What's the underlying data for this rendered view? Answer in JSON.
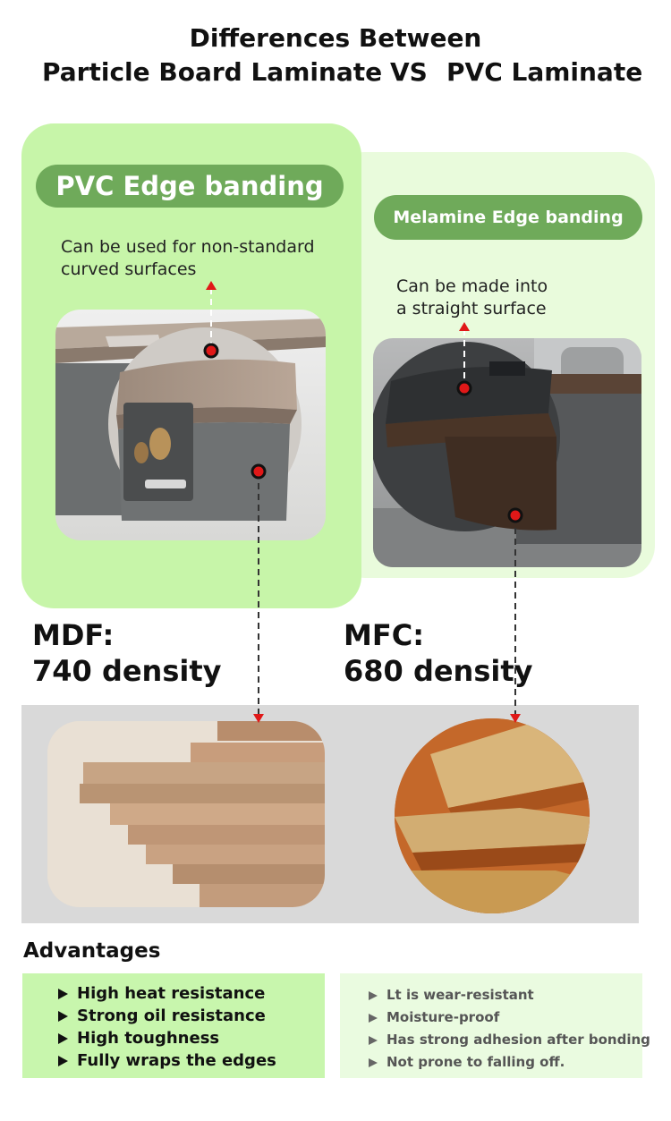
{
  "header": {
    "title_line1": "Differences Between",
    "left_title": "Particle Board Laminate",
    "vs": "VS",
    "right_title": "PVC Laminate"
  },
  "left_panel": {
    "pill": "PVC Edge banding",
    "note_line1": "Can be used for non-standard",
    "note_line2": "curved surfaces"
  },
  "right_panel": {
    "pill": "Melamine Edge banding",
    "note_line1": "Can be made into",
    "note_line2": "a straight surface"
  },
  "materials": {
    "left_name": "MDF:",
    "left_density": "740 density",
    "right_name": "MFC:",
    "right_density": "680 density"
  },
  "advantages": {
    "title": "Advantages",
    "left_items": [
      "High heat resistance",
      "Strong oil resistance",
      "High toughness",
      "Fully wraps the edges"
    ],
    "right_items": [
      "Lt is wear-resistant",
      "Moisture-proof",
      "Has strong adhesion after bonding",
      "Not prone to falling off."
    ]
  },
  "colors": {
    "panel_left": "#c7f5a9",
    "panel_right": "#e9fbdc",
    "pill": "#6faa5a",
    "marker_red": "#e01818"
  }
}
